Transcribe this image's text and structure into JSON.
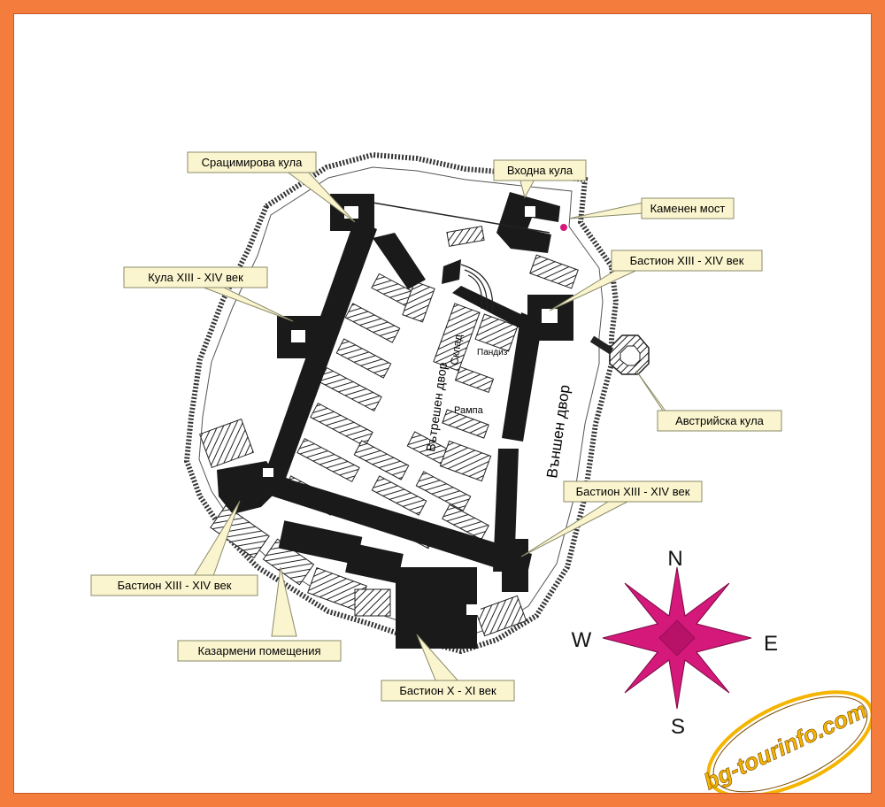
{
  "labels": {
    "sratsimir_tower": "Срацимирова кула",
    "entrance_tower": "Входна кула",
    "stone_bridge": "Каменен мост",
    "tower_13_14": "Кула XIII - XIV век",
    "bastion_ne": "Бастион XIII - XIV век",
    "austrian_tower": "Австрийска кула",
    "bastion_se": "Бастион XIII - XIV век",
    "bastion_sw": "Бастион XIII - XIV век",
    "barracks": "Казармени помещения",
    "bastion_10_11": "Бастион X - XI век"
  },
  "plan": {
    "inner_courtyard": "Вътрешен двор",
    "outer_courtyard": "Външен двор",
    "warehouse": "Склад",
    "dungeon": "Пандиз",
    "ramp": "Рампа"
  },
  "compass": {
    "north": "N",
    "south": "S",
    "east": "E",
    "west": "W"
  },
  "logo": {
    "text": "bg-tourinfo.com"
  },
  "colors": {
    "frame": "#f47c3c",
    "callout_fill": "#fbf5cf",
    "callout_stroke": "#8a8a6a",
    "wall": "#1a1a1a",
    "compass_star": "#d4197b",
    "logo_text": "#f4b400"
  }
}
